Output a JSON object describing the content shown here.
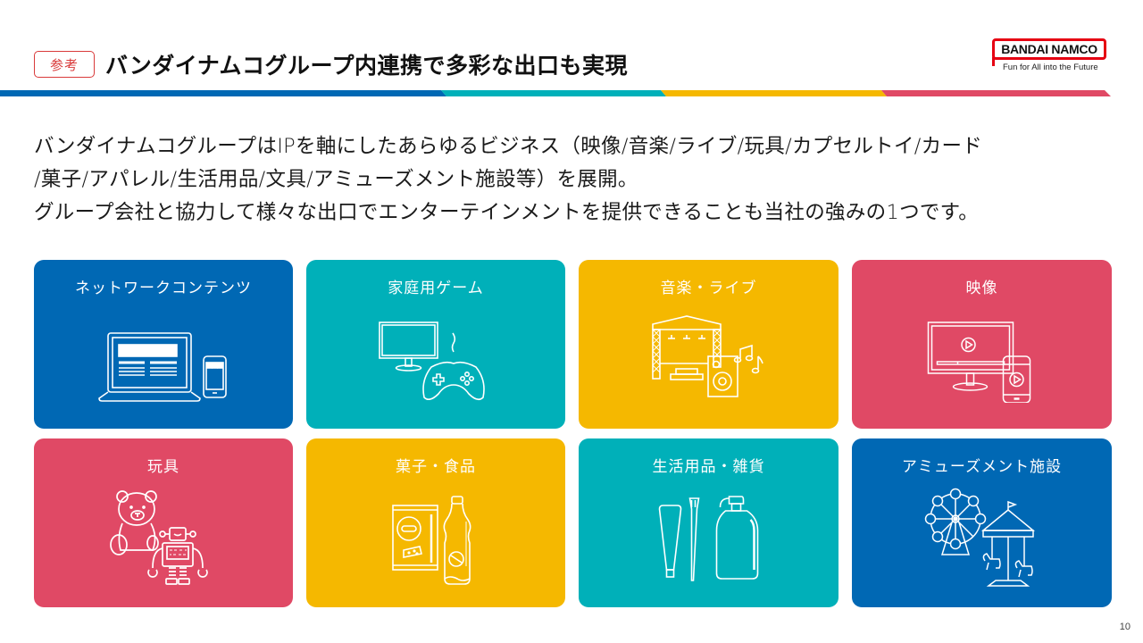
{
  "header": {
    "badge": "参考",
    "title": "バンダイナムコグループ内連携で多彩な出口も実現"
  },
  "logo": {
    "name": "BANDAI NAMCO",
    "tagline": "Fun for All into the Future"
  },
  "stripe_colors": [
    "#0068b4",
    "#00b0b9",
    "#f5b800",
    "#e04965"
  ],
  "intro": {
    "line1": "バンダイナムコグループはIPを軸にしたあらゆるビジネス（映像/音楽/ライブ/玩具/カプセルトイ/カード",
    "line2": "/菓子/アパレル/生活用品/文具/アミューズメント施設等）を展開。",
    "line3": "グループ会社と協力して様々な出口でエンターテインメントを提供できることも当社の強みの1つです。"
  },
  "tiles": [
    {
      "label": "ネットワークコンテンツ",
      "color": "#0068b4",
      "icon": "laptop-phone-icon"
    },
    {
      "label": "家庭用ゲーム",
      "color": "#00b0b9",
      "icon": "monitor-gamepad-icon"
    },
    {
      "label": "音楽・ライブ",
      "color": "#f5b800",
      "icon": "stage-speaker-icon"
    },
    {
      "label": "映像",
      "color": "#e04965",
      "icon": "video-screen-icon"
    },
    {
      "label": "玩具",
      "color": "#e04965",
      "icon": "teddy-robot-icon"
    },
    {
      "label": "菓子・食品",
      "color": "#f5b800",
      "icon": "snack-bottle-icon"
    },
    {
      "label": "生活用品・雑貨",
      "color": "#00b0b9",
      "icon": "toiletries-icon"
    },
    {
      "label": "アミューズメント施設",
      "color": "#0068b4",
      "icon": "ferris-wheel-carousel-icon"
    }
  ],
  "page_number": "10"
}
